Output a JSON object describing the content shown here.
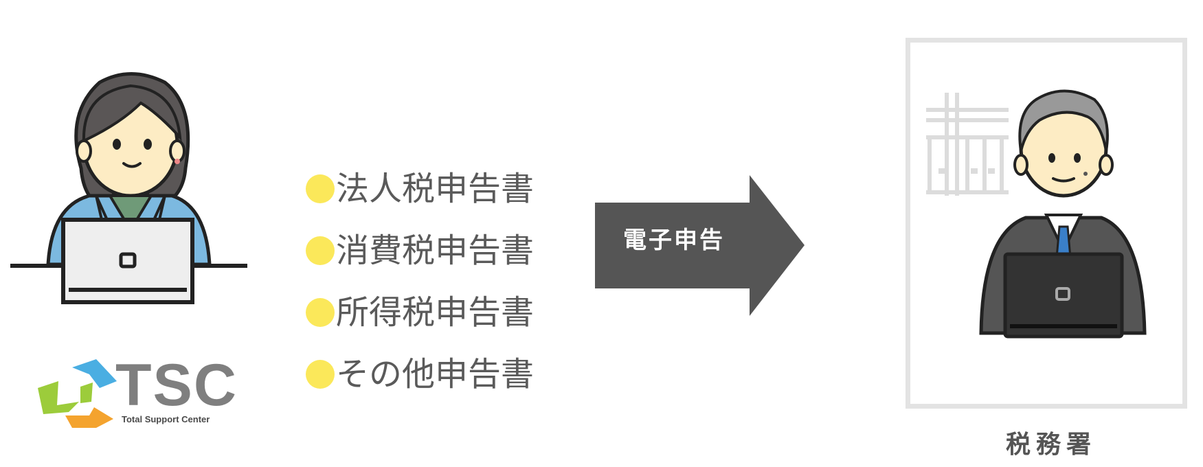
{
  "logo": {
    "letters": "TSC",
    "subtitle": "Total Support Center"
  },
  "documents": [
    {
      "label": "法人税申告書"
    },
    {
      "label": "消費税申告書"
    },
    {
      "label": "所得税申告書"
    },
    {
      "label": "その他申告書"
    }
  ],
  "arrow": {
    "label": "電子申告"
  },
  "office": {
    "label": "税務署"
  },
  "colors": {
    "bullet": "#fbe85a",
    "arrow": "#555555",
    "jacket_blue": "#7cb9e0",
    "frame": "#e3e3e3"
  }
}
